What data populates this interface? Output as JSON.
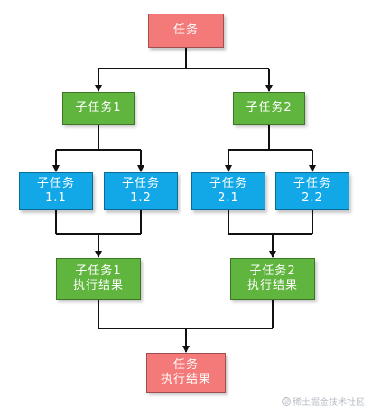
{
  "diagram": {
    "top": {
      "label": "任务"
    },
    "subtasks": [
      {
        "label": "子任务1"
      },
      {
        "label": "子任务2"
      }
    ],
    "leaves": [
      {
        "line1": "子任务",
        "line2": "1.1"
      },
      {
        "line1": "子任务",
        "line2": "1.2"
      },
      {
        "line1": "子任务",
        "line2": "2.1"
      },
      {
        "line1": "子任务",
        "line2": "2.2"
      }
    ],
    "results": [
      {
        "line1": "子任务1",
        "line2": "执行结果"
      },
      {
        "line1": "子任务2",
        "line2": "执行结果"
      }
    ],
    "final": {
      "line1": "任务",
      "line2": "执行结果"
    },
    "colors": {
      "red": "#f47a7a",
      "green": "#5fb53d",
      "blue": "#12a8e8",
      "line": "#111111"
    }
  },
  "watermark": {
    "text": "@稀土掘金技术社区"
  }
}
